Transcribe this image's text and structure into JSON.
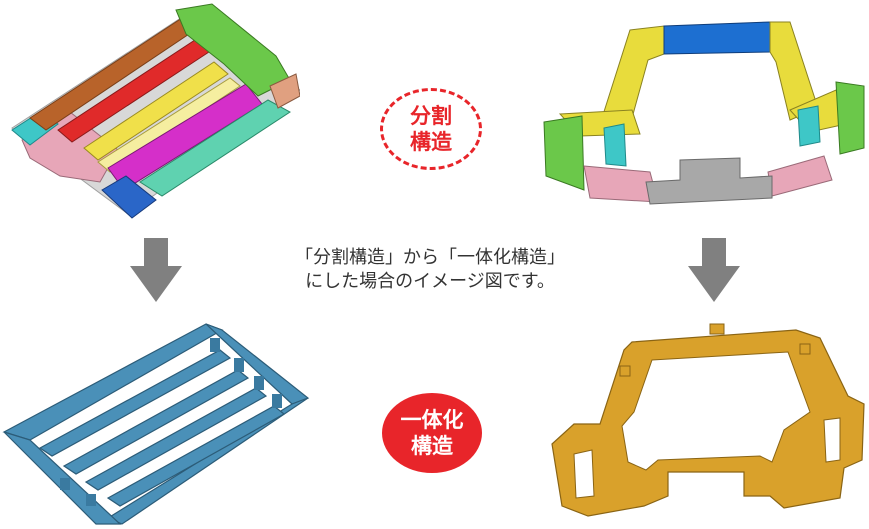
{
  "badges": {
    "divided": {
      "line1": "分割",
      "line2": "構造"
    },
    "integrated": {
      "line1": "一体化",
      "line2": "構造"
    }
  },
  "caption": {
    "line1": "「分割構造」から「一体化構造」",
    "line2": "にした場合のイメージ図です。"
  },
  "colors": {
    "badge_red": "#e8252a",
    "arrow_gray": "#808080",
    "integrated_left_blue": "#4a90b8",
    "integrated_right_gold": "#d9a12b"
  }
}
